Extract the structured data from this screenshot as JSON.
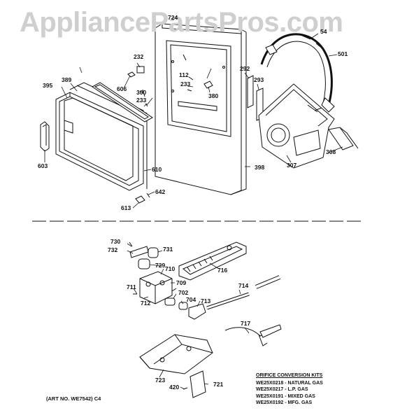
{
  "watermark": "AppliancePartsPros.com",
  "labels": {
    "p724": "724",
    "p54": "54",
    "p501": "501",
    "p232": "232",
    "p112": "112",
    "p292": "292",
    "p293": "293",
    "p395": "395",
    "p389": "389",
    "p606": "606",
    "p300": "300",
    "p233a": "233",
    "p233b": "233",
    "p380": "380",
    "p308": "308",
    "p307": "307",
    "p603": "603",
    "p398": "398",
    "p610": "610",
    "p642": "642",
    "p613": "613",
    "p730": "730",
    "p732": "732",
    "p731": "731",
    "p729": "729",
    "p710": "710",
    "p716": "716",
    "p709": "709",
    "p711": "711",
    "p712": "712",
    "p702": "702",
    "p704": "704",
    "p713": "713",
    "p714": "714",
    "p717": "717",
    "p723": "723",
    "p420": "420",
    "p721": "721"
  },
  "art_no": "(ART NO. WE7542) C4",
  "orifice_kits": {
    "title": "ORIFICE CONVERSION KITS",
    "items": [
      "WE25X0218 - NATURAL GAS",
      "WE25X0217 - L.P. GAS",
      "WE25X0191 - MIXED GAS",
      "WE25X0192 - MFG. GAS"
    ]
  }
}
